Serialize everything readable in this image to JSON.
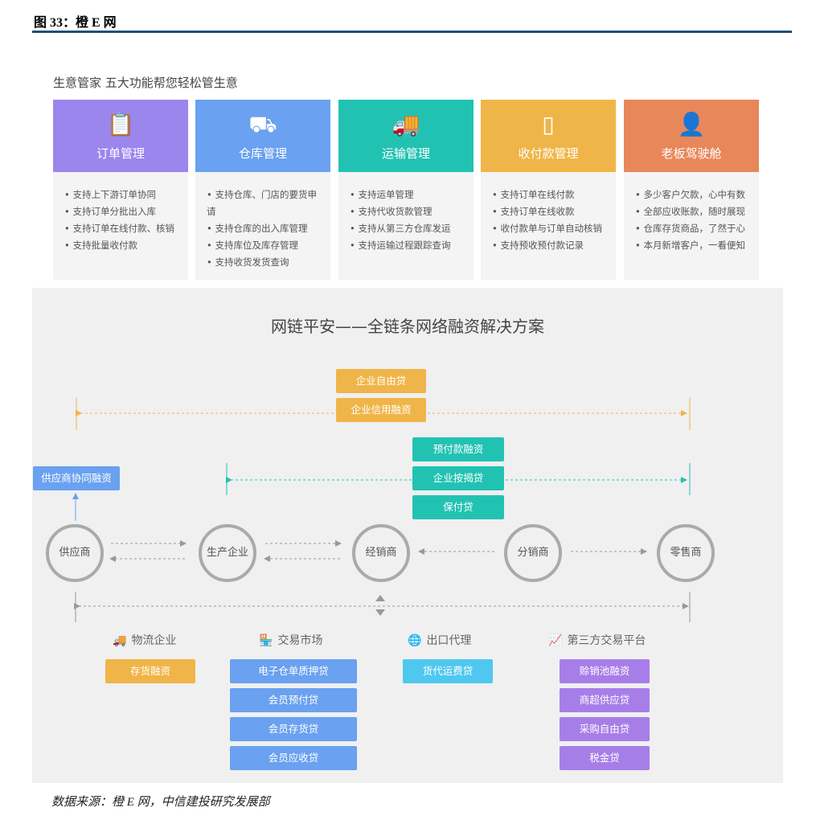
{
  "figure_label": "图 33：橙 E 网",
  "source": "数据来源：橙 E 网，中信建投研究发展部",
  "subtitle": "生意管家 五大功能帮您轻松管生意",
  "cards": [
    {
      "title": "订单管理",
      "color": "#9b86ee",
      "icon": "clipboard-icon",
      "glyph": "📋",
      "items": [
        "支持上下游订单协同",
        "支持订单分批出入库",
        "支持订单在线付款、核销",
        "支持批量收付款"
      ]
    },
    {
      "title": "仓库管理",
      "color": "#6aa1f0",
      "icon": "hand-truck-icon",
      "glyph": "⛟",
      "items": [
        "支持仓库、门店的要货申请",
        "支持仓库的出入库管理",
        "支持库位及库存管理",
        "支持收货发货查询"
      ]
    },
    {
      "title": "运输管理",
      "color": "#22c2b2",
      "icon": "truck-icon",
      "glyph": "🚚",
      "items": [
        "支持运单管理",
        "支持代收货款管理",
        "支持从第三方仓库发运",
        "支持运输过程跟踪查询"
      ]
    },
    {
      "title": "收付款管理",
      "color": "#f0b548",
      "icon": "tablet-hand-icon",
      "glyph": "▯",
      "items": [
        "支持订单在线付款",
        "支持订单在线收款",
        "收付款单与订单自动核销",
        "支持预收预付款记录"
      ]
    },
    {
      "title": "老板驾驶舱",
      "color": "#e8875a",
      "icon": "businessman-icon",
      "glyph": "👤",
      "items": [
        "多少客户欠款，心中有数",
        "全部应收账款，随时展现",
        "仓库存货商品，了然于心",
        "本月新增客户，一看便知"
      ]
    }
  ],
  "diagram": {
    "title": "网链平安——全链条网络融资解决方案",
    "top_boxes": [
      "企业自由贷",
      "企业信用融资"
    ],
    "mid_boxes": [
      "预付款融资",
      "企业按揭贷",
      "保付贷"
    ],
    "supplier_box": "供应商协同融资",
    "nodes": [
      "供应商",
      "生产企业",
      "经销商",
      "分销商",
      "零售商"
    ],
    "categories": [
      {
        "label": "物流企业",
        "icon": "truck-icon",
        "glyph": "🚚",
        "boxes": [
          "存货融资"
        ],
        "color": "#f0b548"
      },
      {
        "label": "交易市场",
        "icon": "market-icon",
        "glyph": "🏪",
        "boxes": [
          "电子仓单质押贷",
          "会员预付贷",
          "会员存货贷",
          "会员应收贷"
        ],
        "color": "#6aa1f0"
      },
      {
        "label": "出口代理",
        "icon": "globe-icon",
        "glyph": "🌐",
        "boxes": [
          "货代运费贷"
        ],
        "color": "#4fc8f0"
      },
      {
        "label": "第三方交易平台",
        "icon": "presentation-icon",
        "glyph": "📈",
        "boxes": [
          "赊销池融资",
          "商超供应贷",
          "采购自由贷",
          "税金贷"
        ],
        "color": "#a77ee8"
      }
    ],
    "colors": {
      "orange": "#f0b548",
      "teal": "#22c2b2",
      "blue": "#6aa1f0"
    }
  }
}
